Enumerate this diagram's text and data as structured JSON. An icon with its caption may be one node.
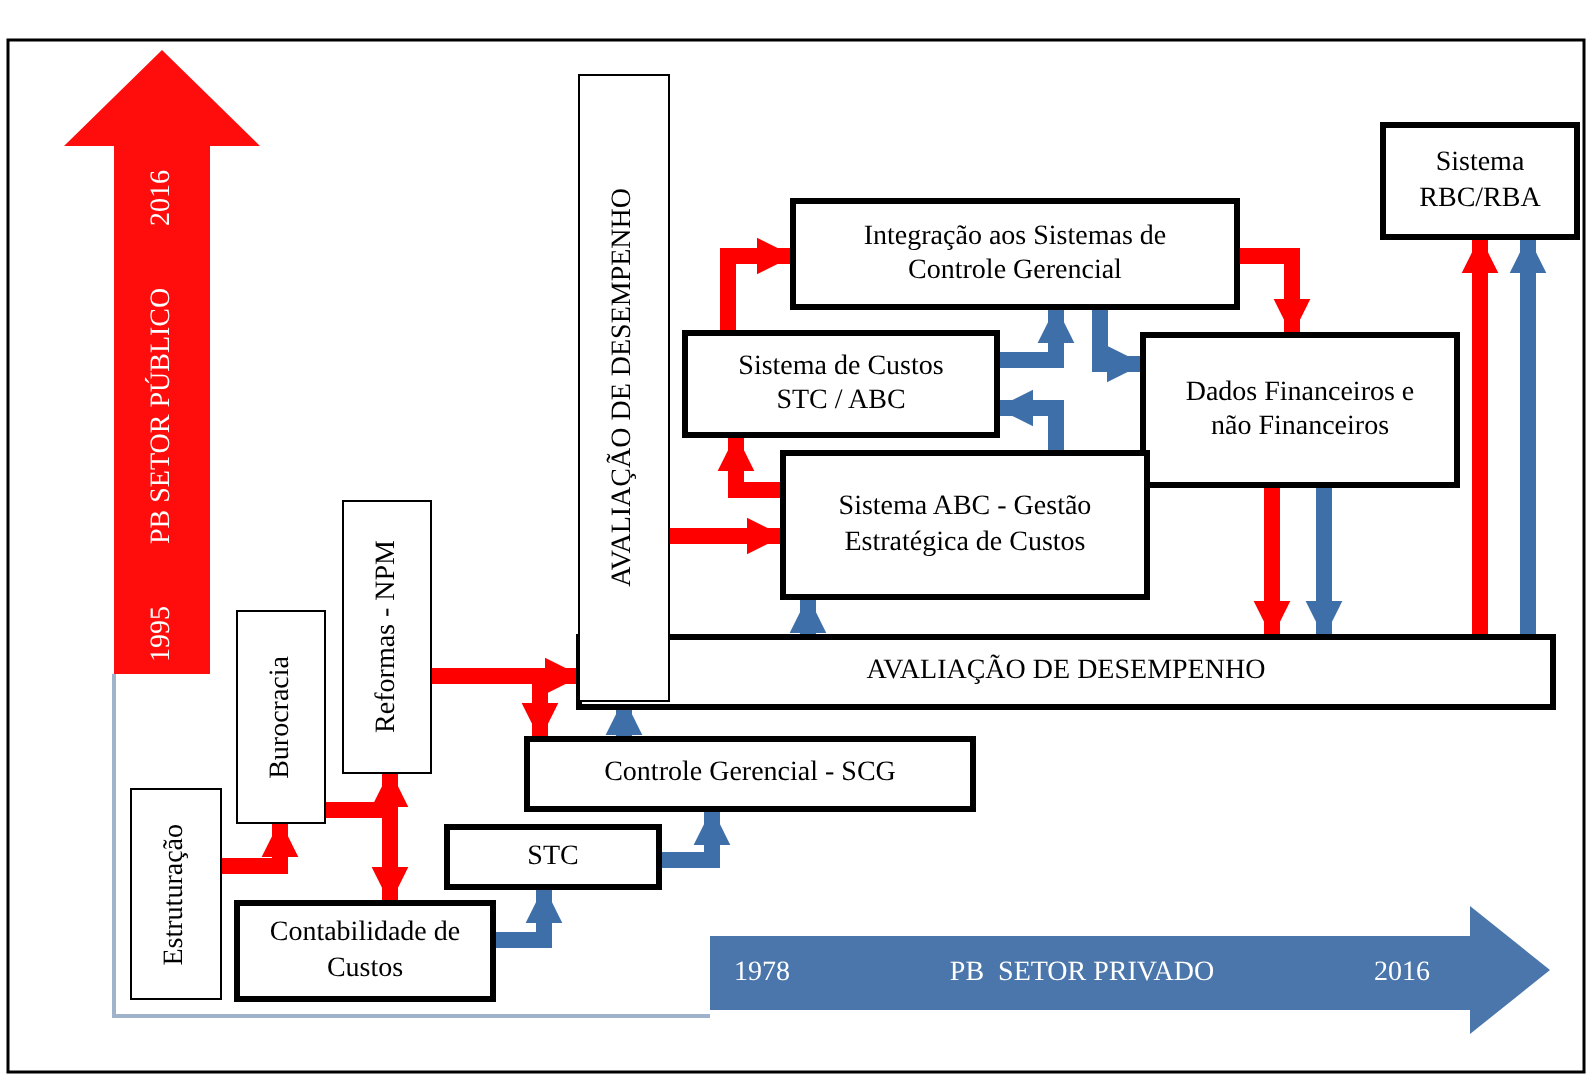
{
  "diagram": {
    "nodes": [
      {
        "text": [
          "1995",
          "PB SETOR PÚBLICO",
          "2016"
        ]
      },
      {
        "text": [
          "AVALIAÇÃO DE DESEMPENHO"
        ]
      },
      {
        "text": [
          "Integração aos Sistemas de Controle Gerencial"
        ]
      },
      {
        "text": [
          "Sistema RBC/RBA"
        ]
      },
      {
        "text": [
          "Sistema de Custos STC / ABC"
        ]
      },
      {
        "text": [
          "Dados Financeiros e não Financeiros"
        ]
      },
      {
        "text": [
          "Sistema ABC - Gestão Estratégica de Custos"
        ]
      },
      {
        "text": [
          "Reformas - NPM"
        ]
      },
      {
        "text": [
          "Burocracia"
        ]
      },
      {
        "text": [
          "AVALIAÇÃO DE DESEMPENHO"
        ]
      },
      {
        "text": [
          "Controle Gerencial - SCG"
        ]
      },
      {
        "text": [
          "Estruturação"
        ]
      },
      {
        "text": [
          "STC"
        ]
      },
      {
        "text": [
          "Contabilidade de Custos"
        ]
      },
      {
        "text": [
          "1978",
          "PB  SETOR PRIVADO",
          "2016"
        ]
      }
    ],
    "edges": [
      {
        "from": 11,
        "to": 8,
        "arrow": "to"
      },
      {
        "from": 8,
        "to": 7,
        "arrow": "to"
      },
      {
        "from": 8,
        "to": 13,
        "arrow": "to"
      },
      {
        "from": 7,
        "to": 1,
        "arrow": "to"
      },
      {
        "from": 7,
        "to": 10,
        "arrow": "to"
      },
      {
        "from": 10,
        "to": 1,
        "arrow": "to",
        "color": "#3f6fa8"
      },
      {
        "from": 13,
        "to": 12,
        "arrow": "to",
        "color": "#3f6fa8"
      },
      {
        "from": 12,
        "to": 10,
        "arrow": "to",
        "color": "#3f6fa8"
      },
      {
        "from": 9,
        "to": 6,
        "arrow": "to",
        "color": "#3f6fa8"
      },
      {
        "from": 1,
        "to": 6,
        "arrow": "to"
      },
      {
        "from": 6,
        "to": 4,
        "arrow": "to"
      },
      {
        "from": 4,
        "to": 2,
        "arrow": "to"
      },
      {
        "from": 4,
        "to": 2,
        "arrow": "to",
        "color": "#3f6fa8"
      },
      {
        "from": 2,
        "to": 5,
        "arrow": "to",
        "color": "#3f6fa8"
      },
      {
        "from": 6,
        "to": 4,
        "arrow": "to",
        "color": "#3f6fa8"
      },
      {
        "from": 2,
        "to": 5,
        "arrow": "to"
      },
      {
        "from": 5,
        "to": 9,
        "arrow": "to"
      },
      {
        "from": 5,
        "to": 9,
        "arrow": "to",
        "color": "#3f6fa8"
      },
      {
        "from": 9,
        "to": 3,
        "arrow": "to"
      },
      {
        "from": 9,
        "to": 3,
        "arrow": "to",
        "color": "#3f6fa8"
      }
    ]
  }
}
